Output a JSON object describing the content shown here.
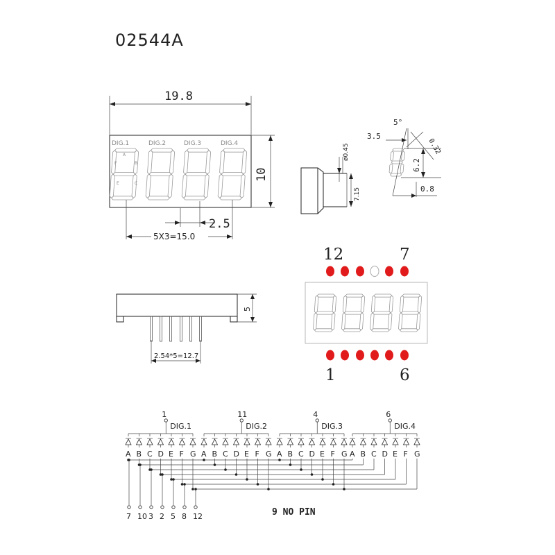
{
  "title": "02544A",
  "front_view": {
    "width_dim": "19.8",
    "height_dim": "10",
    "pitch_dim": "2.5",
    "span_dim": "5X3=15.0",
    "digit_labels": [
      "DIG.1",
      "DIG.2",
      "DIG.3",
      "DIG.4"
    ],
    "segment_letters": [
      "A",
      "B",
      "F",
      "C",
      "E"
    ]
  },
  "side_view": {
    "pin_dia": "ø0.45",
    "pin_len": "7.15"
  },
  "segment_detail": {
    "angle": "5°",
    "width": "3.5",
    "thickness": "0.32",
    "height": "6.2",
    "stroke": "0.8"
  },
  "bottom_view": {
    "depth": "5",
    "pin_span": "2.54*5=12.7"
  },
  "pin_view": {
    "pin_top_left": "12",
    "pin_top_right": "7",
    "pin_bottom_left": "1",
    "pin_bottom_right": "6",
    "top_pin_colors": [
      "#e11b1b",
      "#e11b1b",
      "#e11b1b",
      "#ffffff",
      "#e11b1b",
      "#e11b1b"
    ],
    "bottom_pin_colors": [
      "#e11b1b",
      "#e11b1b",
      "#e11b1b",
      "#e11b1b",
      "#e11b1b",
      "#e11b1b"
    ]
  },
  "schematic": {
    "common_pins": [
      "1",
      "11",
      "4",
      "6"
    ],
    "digit_labels": [
      "DIG.1",
      "DIG.2",
      "DIG.3",
      "DIG.4"
    ],
    "segment_letters": [
      "A",
      "B",
      "C",
      "D",
      "E",
      "F",
      "G"
    ],
    "bottom_pins": [
      "7",
      "10",
      "3",
      "2",
      "5",
      "8",
      "12"
    ],
    "note": "9 NO PIN"
  }
}
